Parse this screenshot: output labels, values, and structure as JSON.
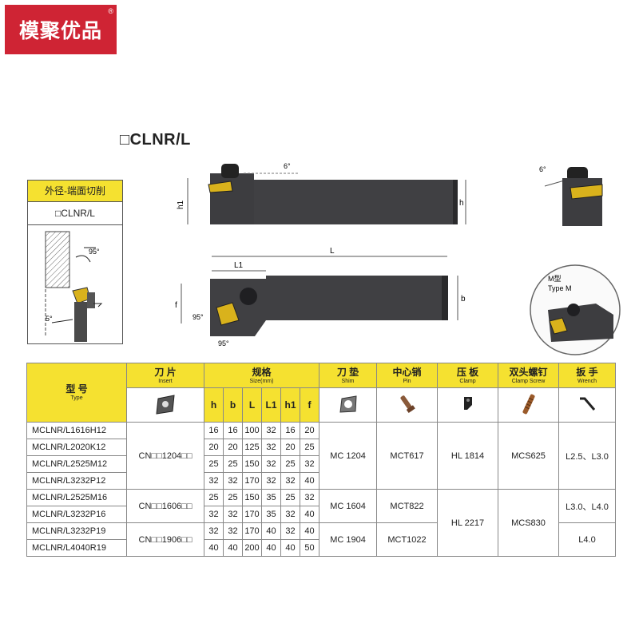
{
  "brand": {
    "logo_text": "模聚优品",
    "registered_mark": "®"
  },
  "product_title": "□CLNR/L",
  "category_card": {
    "title": "外径-端面切削",
    "code": "□CLNR/L",
    "angle_label": "95°",
    "small_angle_label": "5°"
  },
  "drawings": {
    "side_view": {
      "angle": "6°",
      "h1": "h1",
      "h": "h"
    },
    "end_view": {
      "angle": "6°"
    },
    "top_view": {
      "L": "L",
      "L1": "L1",
      "f": "f",
      "b": "b",
      "angle_left": "95°",
      "angle_bottom": "95°"
    },
    "detail_view": {
      "label_cn": "M型",
      "label_en": "Type M"
    }
  },
  "colors": {
    "header_yellow": "#f5e130",
    "logo_red": "#cf2434",
    "tool_body": "#3a3a3c",
    "insert_gold": "#d9b21c"
  },
  "table": {
    "headers": {
      "type": {
        "cn": "型 号",
        "en": "Type"
      },
      "insert": {
        "cn": "刀 片",
        "en": "Insert"
      },
      "size": {
        "cn": "规格",
        "en": "Size(mm)"
      },
      "shim": {
        "cn": "刀 垫",
        "en": "Shim"
      },
      "pin": {
        "cn": "中心销",
        "en": "Pin"
      },
      "clamp": {
        "cn": "压 板",
        "en": "Clamp"
      },
      "screw": {
        "cn": "双头螺钉",
        "en": "Clamp Screw"
      },
      "wrench": {
        "cn": "扳 手",
        "en": "Wrench"
      }
    },
    "size_columns": [
      "h",
      "b",
      "L",
      "L1",
      "h1",
      "f"
    ],
    "rows": [
      {
        "model": "MCLNR/L1616H12",
        "dims": [
          "16",
          "16",
          "100",
          "32",
          "16",
          "20"
        ]
      },
      {
        "model": "MCLNR/L2020K12",
        "dims": [
          "20",
          "20",
          "125",
          "32",
          "20",
          "25"
        ]
      },
      {
        "model": "MCLNR/L2525M12",
        "dims": [
          "25",
          "25",
          "150",
          "32",
          "25",
          "32"
        ]
      },
      {
        "model": "MCLNR/L3232P12",
        "dims": [
          "32",
          "32",
          "170",
          "32",
          "32",
          "40"
        ]
      },
      {
        "model": "MCLNR/L2525M16",
        "dims": [
          "25",
          "25",
          "150",
          "35",
          "25",
          "32"
        ]
      },
      {
        "model": "MCLNR/L3232P16",
        "dims": [
          "32",
          "32",
          "170",
          "35",
          "32",
          "40"
        ]
      },
      {
        "model": "MCLNR/L3232P19",
        "dims": [
          "32",
          "32",
          "170",
          "40",
          "32",
          "40"
        ]
      },
      {
        "model": "MCLNR/L4040R19",
        "dims": [
          "40",
          "40",
          "200",
          "40",
          "40",
          "50"
        ]
      }
    ],
    "groups": {
      "insert": [
        "CN□□1204□□",
        "CN□□1606□□",
        "CN□□1906□□"
      ],
      "shim": [
        "MC 1204",
        "MC 1604",
        "MC 1904"
      ],
      "pin": [
        "MCT617",
        "MCT822",
        "MCT1022"
      ],
      "clamp": [
        "HL 1814",
        "HL 2217"
      ],
      "screw": [
        "MCS625",
        "MCS830"
      ],
      "wrench": [
        "L2.5、L3.0",
        "L3.0、L4.0",
        "L4.0"
      ]
    }
  }
}
